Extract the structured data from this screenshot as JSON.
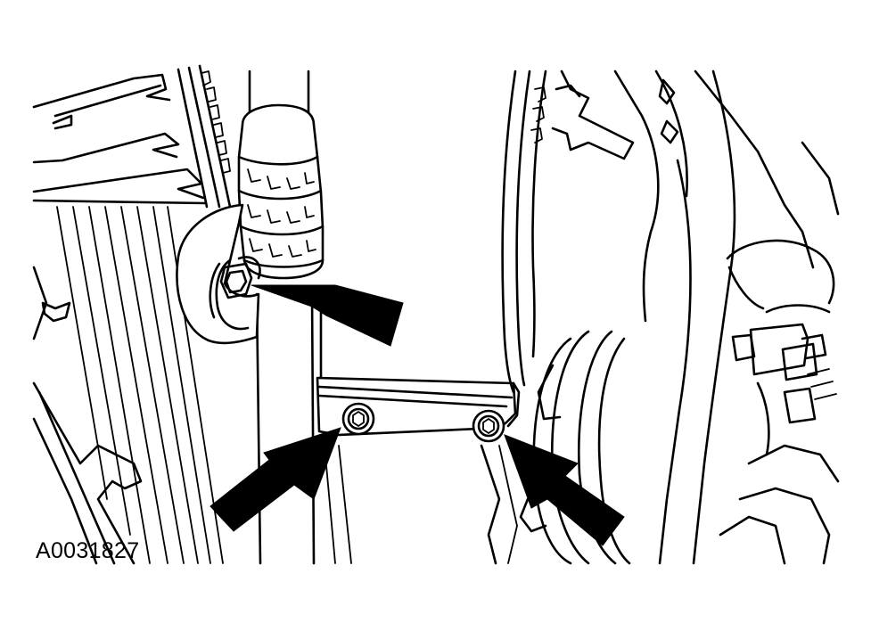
{
  "figure": {
    "id_label": "A0031827"
  },
  "callouts": [
    {
      "name": "hose-clamp-bolt-arrow",
      "icon": "arrow-icon"
    },
    {
      "name": "bracket-bolt-left-arrow",
      "icon": "arrow-icon"
    },
    {
      "name": "bracket-bolt-right-arrow",
      "icon": "arrow-icon"
    }
  ],
  "colors": {
    "line": "#000000",
    "background": "#ffffff"
  }
}
